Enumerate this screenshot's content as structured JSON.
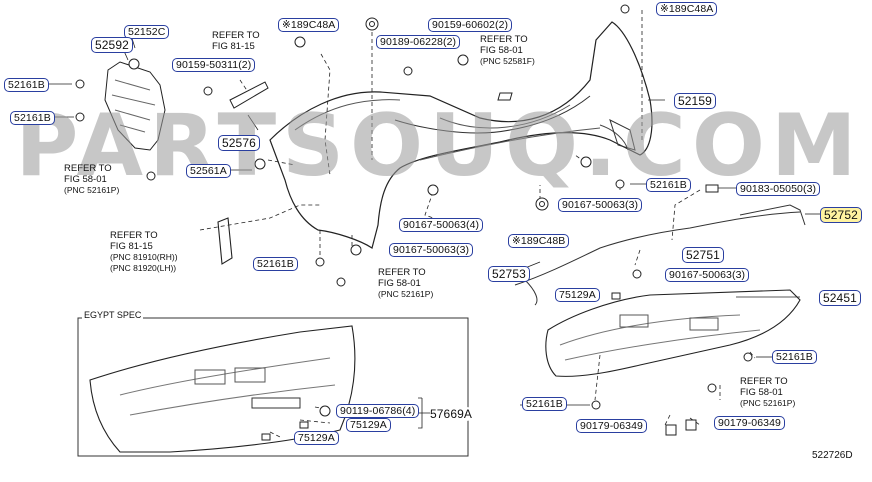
{
  "diagram": {
    "watermark": "PARTSOUQ.COM",
    "drawing_code": "522726D",
    "egypt_label": "EGYPT SPEC",
    "highlight_color": "#fff3a0",
    "border_color": "#2a3fa0",
    "parts": {
      "p52152C": "52152C",
      "p52592": "52592",
      "p52161B_a": "52161B",
      "p52161B_b": "52161B",
      "p90159_50311": "90159-50311(2)",
      "p52576": "52576",
      "p52561A": "52561A",
      "p89C48A_top": "※189C48A",
      "p90159_60602": "90159-60602(2)",
      "p90189_06228": "90189-06228(2)",
      "p89C48A_right": "※189C48A",
      "p52159": "52159",
      "p52161B_c": "52161B",
      "p90183_05050": "90183-05050(3)",
      "p52752": "52752",
      "p90167_50063_3a": "90167-50063(3)",
      "p90167_50063_4": "90167-50063(4)",
      "p89C48B": "※189C48B",
      "p90167_50063_3b": "90167-50063(3)",
      "p52161B_d": "52161B",
      "p52751": "52751",
      "p52753": "52753",
      "p90167_50063_3c": "90167-50063(3)",
      "p75129A_a": "75129A",
      "p52451": "52451",
      "p52161B_e": "52161B",
      "p52161B_f": "52161B",
      "p90179_06349_a": "90179-06349",
      "p90179_06349_b": "90179-06349",
      "p90119_06786": "90119-06786(4)",
      "p57669A": "57669A",
      "p75129A_b": "75129A",
      "p75129A_c": "75129A"
    },
    "notes": {
      "n81_15_top": {
        "line1": "REFER TO",
        "line2": "FIG 81-15"
      },
      "n58_01_top": {
        "line1": "REFER TO",
        "line2": "FIG 58-01",
        "line3": "(PNC 52581F)"
      },
      "n58_01_left": {
        "line1": "REFER TO",
        "line2": "FIG 58-01",
        "line3": "(PNC 52161P)"
      },
      "n81_15_bottom": {
        "line1": "REFER TO",
        "line2": "FIG 81-15",
        "line3": "(PNC 81910(RH))",
        "line4": "(PNC 81920(LH))"
      },
      "n58_01_mid": {
        "line1": "REFER TO",
        "line2": "FIG 58-01",
        "line3": "(PNC 52161P)"
      },
      "n58_01_right": {
        "line1": "REFER TO",
        "line2": "FIG 58-01",
        "line3": "(PNC 52161P)"
      }
    }
  }
}
